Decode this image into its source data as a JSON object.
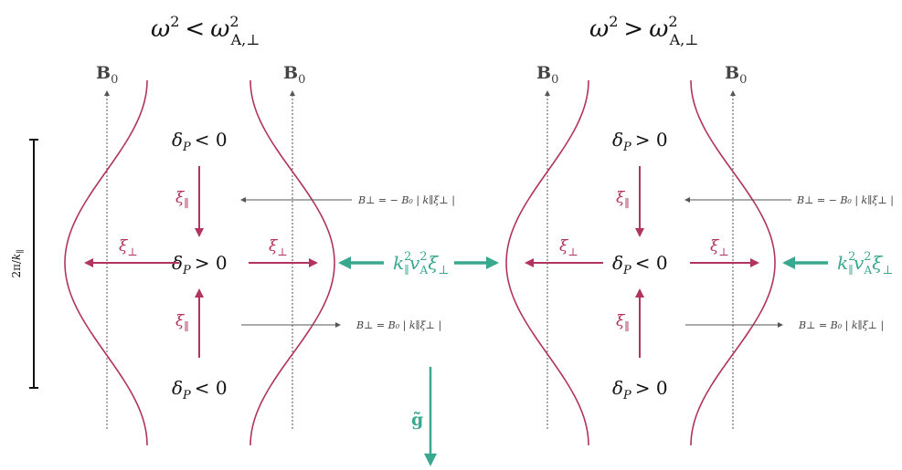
{
  "panels": [
    {
      "title": {
        "base": "ω",
        "sup": "2",
        "op": "<",
        "rhs": "ω",
        "rhs_sup": "2",
        "rhs_sub": "A,⊥"
      },
      "field_labels": [
        {
          "sym": "B",
          "sub": "0"
        },
        {
          "sym": "B",
          "sub": "0"
        }
      ],
      "deltas": [
        {
          "sym": "δ",
          "sub": "P",
          "rel": "< 0"
        },
        {
          "sym": "δ",
          "sub": "P",
          "rel": "> 0"
        },
        {
          "sym": "δ",
          "sub": "P",
          "rel": "< 0"
        }
      ],
      "displacement_labels": {
        "xi_par_top": {
          "sym": "ξ",
          "sub": "∥"
        },
        "xi_perp_left": {
          "sym": "ξ",
          "sub": "⊥"
        },
        "xi_perp_right": {
          "sym": "ξ",
          "sub": "⊥"
        },
        "xi_par_bottom": {
          "sym": "ξ",
          "sub": "∥"
        }
      },
      "b_perp_top": "B⊥ = − B₀ | k∥ξ⊥ |",
      "b_perp_bottom": "B⊥ = B₀ | k∥ξ⊥ |",
      "force_label": {
        "k": "k",
        "k_sub": "∥",
        "k_sup": "2",
        "v": "v",
        "v_sub": "A",
        "v_sup": "2",
        "xi": "ξ",
        "xi_sub": "⊥"
      }
    },
    {
      "title": {
        "base": "ω",
        "sup": "2",
        "op": ">",
        "rhs": "ω",
        "rhs_sup": "2",
        "rhs_sub": "A,⊥"
      },
      "field_labels": [
        {
          "sym": "B",
          "sub": "0"
        },
        {
          "sym": "B",
          "sub": "0"
        }
      ],
      "deltas": [
        {
          "sym": "δ",
          "sub": "P",
          "rel": "> 0"
        },
        {
          "sym": "δ",
          "sub": "P",
          "rel": "< 0"
        },
        {
          "sym": "δ",
          "sub": "P",
          "rel": "> 0"
        }
      ],
      "displacement_labels": {
        "xi_par_top": {
          "sym": "ξ",
          "sub": "∥"
        },
        "xi_perp_left": {
          "sym": "ξ",
          "sub": "⊥"
        },
        "xi_perp_right": {
          "sym": "ξ",
          "sub": "⊥"
        },
        "xi_par_bottom": {
          "sym": "ξ",
          "sub": "∥"
        }
      },
      "b_perp_top": "B⊥ = − B₀ | k∥ξ⊥ |",
      "b_perp_bottom": "B⊥ = B₀ | k∥ξ⊥ |",
      "force_label": {
        "k": "k",
        "k_sub": "∥",
        "k_sup": "2",
        "v": "v",
        "v_sub": "A",
        "v_sup": "2",
        "xi": "ξ",
        "xi_sub": "⊥"
      }
    }
  ],
  "wavelength_label": {
    "num": "2π",
    "sym": "k",
    "sub": "∥"
  },
  "gravity_label": "g̃",
  "colors": {
    "magenta": "#b0345f",
    "teal": "#3aa88e",
    "dark": "#222222",
    "gray": "#555555"
  }
}
